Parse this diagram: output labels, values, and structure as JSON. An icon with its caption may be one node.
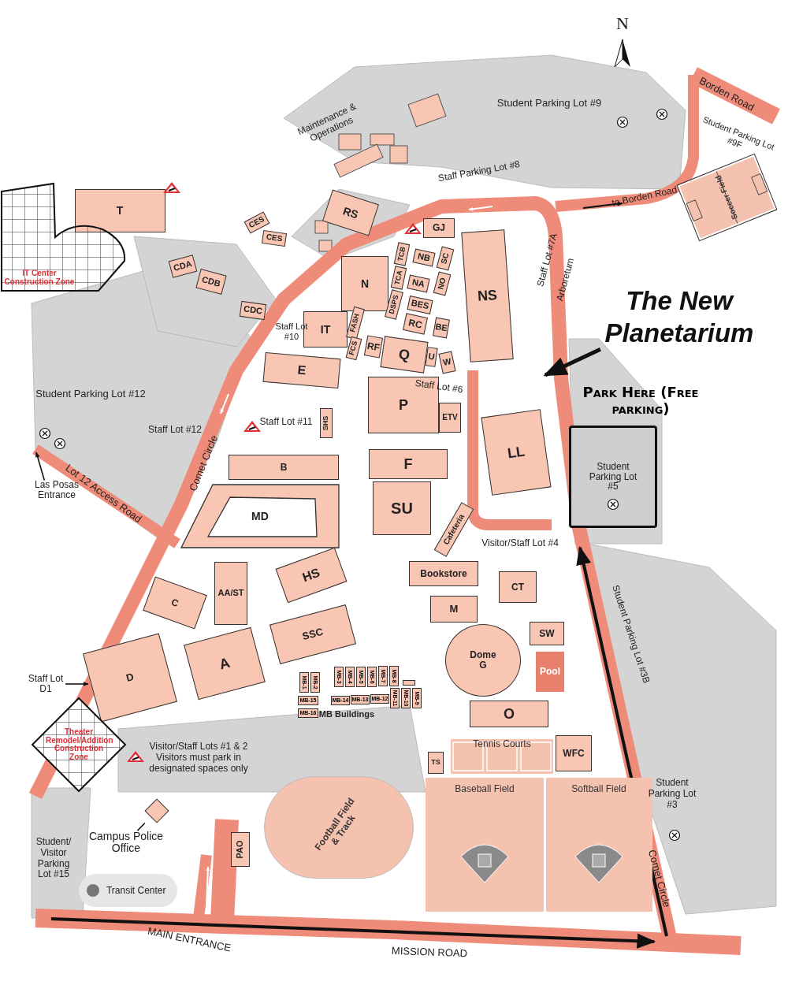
{
  "diagram": {
    "nodes": [
      {
        "text": [
          "T"
        ]
      },
      {
        "text": [
          "IT Center Construction Zone"
        ]
      },
      {
        "text": [
          "RS"
        ]
      },
      {
        "text": [
          "CES"
        ]
      },
      {
        "text": [
          "CES"
        ]
      },
      {
        "text": [
          "CDA"
        ]
      },
      {
        "text": [
          "CDB"
        ]
      },
      {
        "text": [
          "CDC"
        ]
      },
      {
        "text": [
          "GJ"
        ]
      },
      {
        "text": [
          "TCB"
        ]
      },
      {
        "text": [
          "NB"
        ]
      },
      {
        "text": [
          "SC"
        ]
      },
      {
        "text": [
          "TCA"
        ]
      },
      {
        "text": [
          "NA"
        ]
      },
      {
        "text": [
          "NO"
        ]
      },
      {
        "text": [
          "N"
        ]
      },
      {
        "text": [
          "IT"
        ]
      },
      {
        "text": [
          "DSPS"
        ]
      },
      {
        "text": [
          "BES"
        ]
      },
      {
        "text": [
          "RC"
        ]
      },
      {
        "text": [
          "BE"
        ]
      },
      {
        "text": [
          "FASH"
        ]
      },
      {
        "text": [
          "FCS"
        ]
      },
      {
        "text": [
          "RF"
        ]
      },
      {
        "text": [
          "Q"
        ]
      },
      {
        "text": [
          "U"
        ]
      },
      {
        "text": [
          "W"
        ]
      },
      {
        "text": [
          "NS"
        ]
      },
      {
        "text": [
          "E"
        ]
      },
      {
        "text": [
          "SHS"
        ]
      },
      {
        "text": [
          "P"
        ]
      },
      {
        "text": [
          "ETV"
        ]
      },
      {
        "text": [
          "LL"
        ]
      },
      {
        "text": [
          "B"
        ]
      },
      {
        "text": [
          "F"
        ]
      },
      {
        "text": [
          "MD"
        ]
      },
      {
        "text": [
          "SU"
        ]
      },
      {
        "text": [
          "Cafeteria"
        ]
      },
      {
        "text": [
          "Bookstore"
        ]
      },
      {
        "text": [
          "HS"
        ]
      },
      {
        "text": [
          "AA/ST"
        ]
      },
      {
        "text": [
          "C"
        ]
      },
      {
        "text": [
          "D"
        ]
      },
      {
        "text": [
          "A"
        ]
      },
      {
        "text": [
          "SSC"
        ]
      },
      {
        "text": [
          "M"
        ]
      },
      {
        "text": [
          "CT"
        ]
      },
      {
        "text": [
          "SW"
        ]
      },
      {
        "text": [
          "Dome G"
        ]
      },
      {
        "text": [
          "Pool"
        ]
      },
      {
        "text": [
          "O"
        ]
      },
      {
        "text": [
          "WFC"
        ]
      },
      {
        "text": [
          "Tennis Courts"
        ]
      },
      {
        "text": [
          "TS"
        ]
      },
      {
        "text": [
          "Football Field & Track"
        ]
      },
      {
        "text": [
          "PAO"
        ]
      },
      {
        "text": [
          "Baseball Field"
        ]
      },
      {
        "text": [
          "Softball Field"
        ]
      },
      {
        "text": [
          "Soccer Field"
        ]
      },
      {
        "text": [
          "Theater Remodel/Addition Construction Zone"
        ]
      },
      {
        "text": [],
        "shape": "box"
      },
      {
        "text": [
          "Campus Police Office"
        ]
      },
      {
        "text": [
          "Transit Center"
        ]
      },
      {
        "text": [
          "Student Parking Lot #5"
        ],
        "beside": [
          "Park Here (Free parking)"
        ]
      },
      {
        "text": [
          "The New Planetarium"
        ]
      },
      {
        "text": [
          "Staff Lot D1"
        ]
      },
      {
        "text": [
          "Las Posas Entrance"
        ]
      },
      {
        "text": [
          "MB-1"
        ]
      },
      {
        "text": [
          "MB-2"
        ]
      },
      {
        "text": [
          "MB-3"
        ]
      },
      {
        "text": [
          "MB-4"
        ]
      },
      {
        "text": [
          "MB-5"
        ]
      },
      {
        "text": [
          "MB-6"
        ]
      },
      {
        "text": [
          "MB-7"
        ]
      },
      {
        "text": [
          "MB-8"
        ]
      },
      {
        "text": [],
        "shape": "box"
      },
      {
        "text": [
          "MB-15"
        ]
      },
      {
        "text": [
          "MB-14"
        ]
      },
      {
        "text": [
          "MB-13"
        ]
      },
      {
        "text": [
          "MB-12"
        ]
      },
      {
        "text": [
          "MB-11"
        ]
      },
      {
        "text": [
          "MB-10"
        ]
      },
      {
        "text": [
          "MB-9"
        ]
      },
      {
        "text": [
          "MB-16"
        ]
      }
    ],
    "edges": [
      {
        "from": 61,
        "to": 60,
        "arrow": "none"
      },
      {
        "from": 65,
        "to": null,
        "arrow": "to"
      },
      {
        "from": 66,
        "to": null,
        "arrow": "to"
      },
      {
        "from": 64,
        "to": null,
        "arrow": "to",
        "style": "thick"
      }
    ],
    "labels": [
      "N",
      "Student Parking Lot #9",
      "Borden Road",
      "Maintenance & Operations",
      "Student Parking Lot #9F",
      "Staff Parking Lot #8",
      "to Borden Road",
      "Staff Lot #7A",
      "Arboretum",
      "Staff Lot #10",
      "Student Parking Lot #12",
      "Staff Lot #6",
      "Staff Lot #11",
      "Staff Lot #12",
      "Comet Circle",
      "Lot 12 Access Road",
      "Visitor/Staff Lot #4",
      "Student Parking Lot #3B",
      "MB Buildings",
      "Visitor/Staff Lots #1 & 2 Visitors must park in designated spaces only",
      "Student Parking Lot #3",
      "Student/ Visitor Parking Lot #15",
      "Comet Circle",
      "MAIN ENTRANCE",
      "MISSION ROAD"
    ]
  }
}
